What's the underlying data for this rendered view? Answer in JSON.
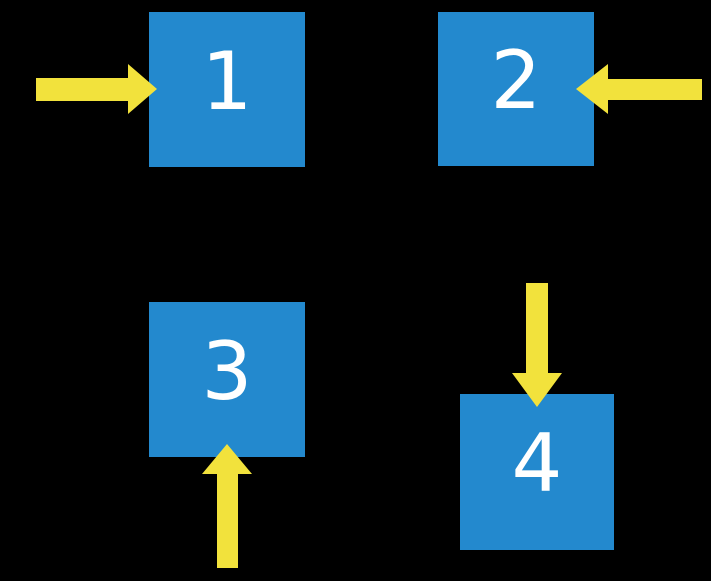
{
  "background": "#000000",
  "colors": {
    "box": "#2389CE",
    "arrow": "#F2E23C",
    "label": "#FFFFFF"
  },
  "boxes": [
    {
      "id": "1",
      "label": "1",
      "arrow_direction": "right",
      "arrow_side": "left"
    },
    {
      "id": "2",
      "label": "2",
      "arrow_direction": "left",
      "arrow_side": "right"
    },
    {
      "id": "3",
      "label": "3",
      "arrow_direction": "up",
      "arrow_side": "bottom"
    },
    {
      "id": "4",
      "label": "4",
      "arrow_direction": "down",
      "arrow_side": "top"
    }
  ]
}
